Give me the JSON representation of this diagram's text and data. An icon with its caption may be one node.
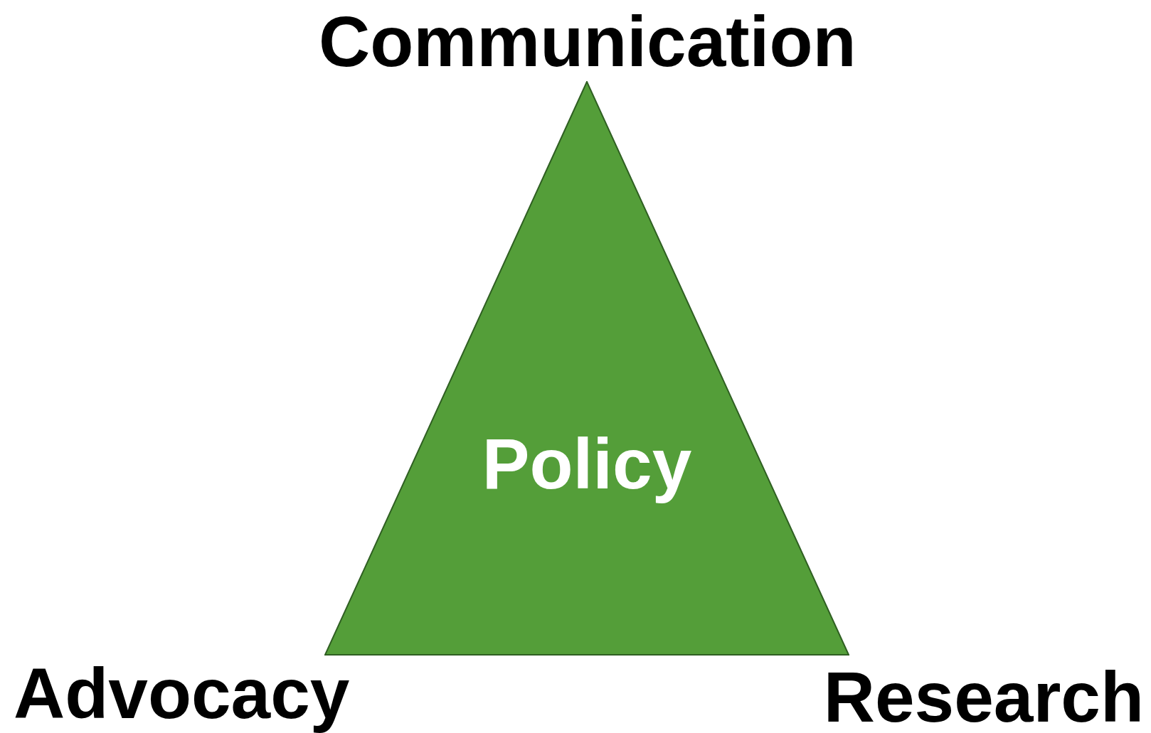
{
  "diagram": {
    "nodes": [
      {
        "text": [
          "Policy"
        ]
      }
    ],
    "labels": [
      "Communication",
      "Advocacy",
      "Research"
    ]
  }
}
